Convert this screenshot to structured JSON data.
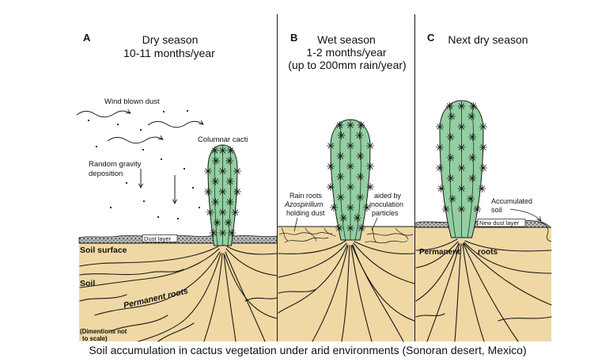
{
  "figure": {
    "caption": "Soil accumulation in cactus vegetation under arid environments (Sonoran desert, Mexico)"
  },
  "panels": [
    {
      "letter": "A",
      "title": [
        "Dry season",
        "10-11 months/year"
      ]
    },
    {
      "letter": "B",
      "title": [
        "Wet season",
        "1-2 months/year",
        "(up to 200mm rain/year)"
      ]
    },
    {
      "letter": "C",
      "title": [
        "Next dry season"
      ]
    }
  ],
  "panel_a": {
    "wind_label": "Wind blown dust",
    "gravity_label": [
      "Random gravity",
      "deposition"
    ],
    "cacti_label": "Columnar cacti",
    "dust_layer_label": "Dust layer",
    "soil_surface_label": "Soil surface",
    "soil_label": "Soil",
    "roots_label": "Permanent roots",
    "scale_note": [
      "(Dimentions not",
      "to scale)"
    ]
  },
  "panel_b": {
    "rain_roots_label": [
      "Rain roots",
      "Azospirillum",
      "holding dust"
    ],
    "inoculation_label": [
      "aided by",
      "inoculation",
      "particles"
    ]
  },
  "panel_c": {
    "accumulated_label": [
      "Accumulated",
      "soil"
    ],
    "new_dust_label": "New dust layer",
    "roots_label": [
      "Permanent",
      "roots"
    ]
  },
  "colors": {
    "soil": "#f0d8a4",
    "cactus": "#93cfa1",
    "dust": "#b5b5b5",
    "ink": "#1a1a1a"
  }
}
